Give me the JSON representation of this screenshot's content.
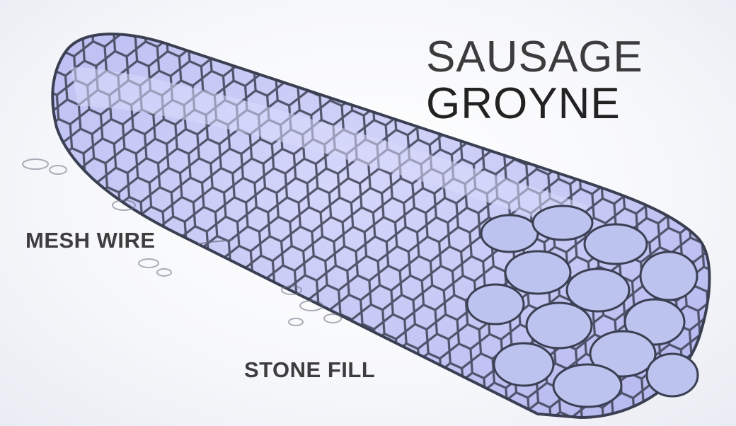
{
  "title": {
    "line1": "SAUSAGE",
    "line2": "GROYNE"
  },
  "labels": {
    "mesh_wire": "MESH WIRE",
    "stone_fill": "STONE FILL"
  },
  "colors": {
    "body_fill": "#c9caf6",
    "mesh_line": "#3b3f52",
    "stone_fill": "#bcc3ee",
    "text": "#3e3e3e"
  }
}
